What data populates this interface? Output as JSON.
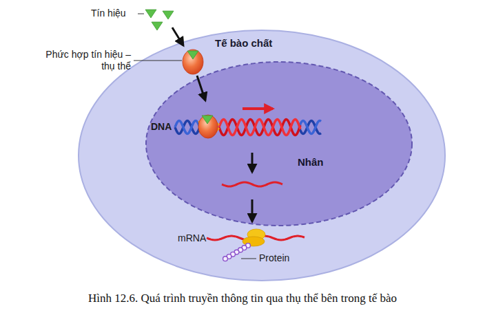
{
  "diagram": {
    "caption": "Hình 12.6. Quá trình truyền thông tin qua thụ thể bên trong tế bào",
    "nodes": [
      {
        "text": [
          "Tế bào chất"
        ]
      },
      {
        "text": [
          "Nhân"
        ],
        "in": 0
      }
    ],
    "labels": [
      "Tín hiệu",
      "Phức hợp tín hiệu – thụ thể",
      "DNA",
      "mRNA",
      "Protein"
    ]
  }
}
